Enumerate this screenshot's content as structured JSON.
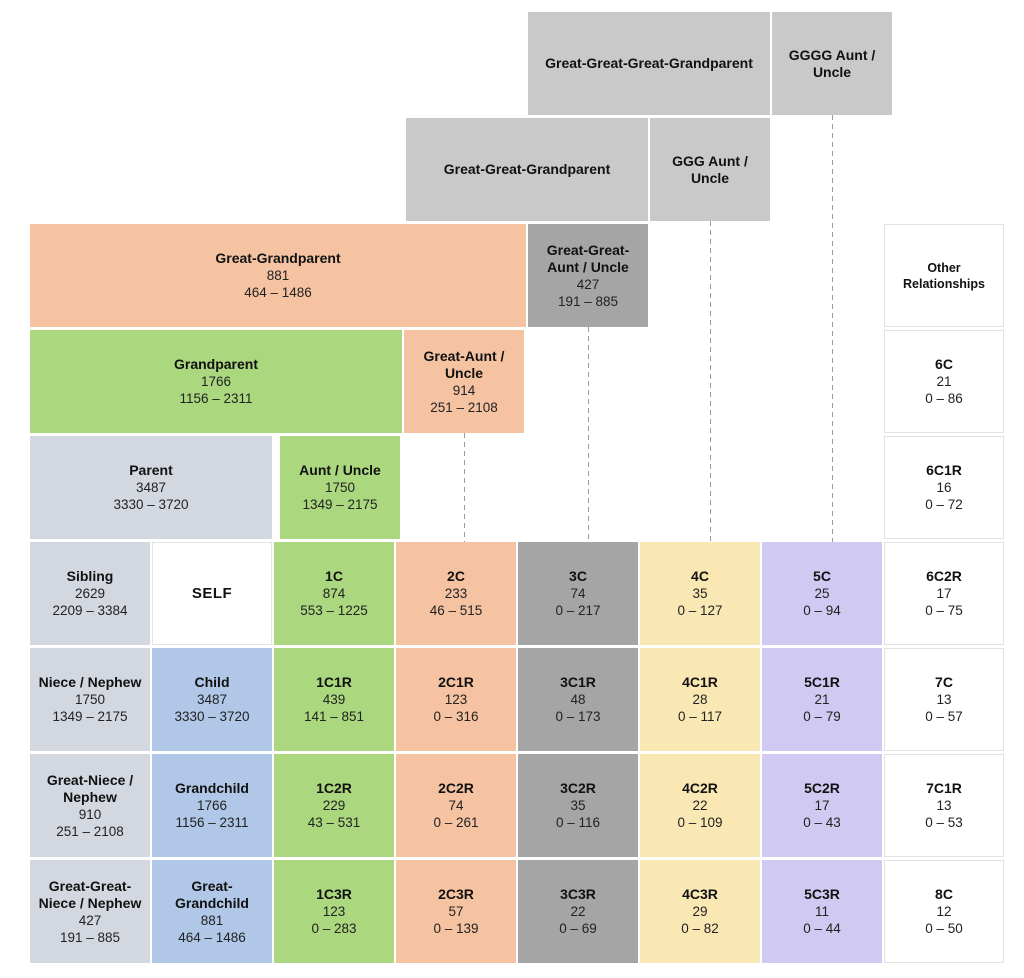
{
  "colors": {
    "gray_unknown": "#c9c9c9",
    "dark_gray_3c_group": "#a5a5a5",
    "peach_2c_group": "#f5c3a1",
    "green_1c_group": "#abd77e",
    "blue_gray_collateral": "#d3d8e0",
    "blue_descendant": "#b0c7e8",
    "yellow_4c_group": "#fae8b4",
    "purple_5c_group": "#d0c9f1",
    "white_box_border": "#e2e2e2",
    "dashed_connector": "#9a9a9a"
  },
  "chart_data": {
    "type": "table",
    "cells": {
      "gggg_grandparent": {
        "label": "Great-Great-Great-Grandparent"
      },
      "gggg_aunt_uncle": {
        "label": "GGGG Aunt / Uncle"
      },
      "ggg_grandparent": {
        "label": "Great-Great-Grandparent"
      },
      "ggg_aunt_uncle": {
        "label": "GGG Aunt / Uncle"
      },
      "gg_grandparent": {
        "label": "Great-Grandparent",
        "avg": 881,
        "range": "464 – 1486"
      },
      "gg_aunt_uncle": {
        "label": "Great-Great-Aunt / Uncle",
        "avg": 427,
        "range": "191 – 885"
      },
      "other_relationships": {
        "label": "Other Relationships"
      },
      "grandparent": {
        "label": "Grandparent",
        "avg": 1766,
        "range": "1156 – 2311"
      },
      "g_aunt_uncle": {
        "label": "Great-Aunt / Uncle",
        "avg": 914,
        "range": "251 – 2108"
      },
      "c6": {
        "label": "6C",
        "avg": 21,
        "range": "0 – 86"
      },
      "parent": {
        "label": "Parent",
        "avg": 3487,
        "range": "3330 – 3720"
      },
      "aunt_uncle": {
        "label": "Aunt / Uncle",
        "avg": 1750,
        "range": "1349 – 2175"
      },
      "c6r1": {
        "label": "6C1R",
        "avg": 16,
        "range": "0 – 72"
      },
      "sibling": {
        "label": "Sibling",
        "avg": 2629,
        "range": "2209 – 3384"
      },
      "self": {
        "label": "SELF"
      },
      "c1": {
        "label": "1C",
        "avg": 874,
        "range": "553 – 1225"
      },
      "c2": {
        "label": "2C",
        "avg": 233,
        "range": "46 – 515"
      },
      "c3": {
        "label": "3C",
        "avg": 74,
        "range": "0 – 217"
      },
      "c4": {
        "label": "4C",
        "avg": 35,
        "range": "0 – 127"
      },
      "c5": {
        "label": "5C",
        "avg": 25,
        "range": "0 – 94"
      },
      "c6r2": {
        "label": "6C2R",
        "avg": 17,
        "range": "0 – 75"
      },
      "niece_nephew": {
        "label": "Niece / Nephew",
        "avg": 1750,
        "range": "1349 – 2175"
      },
      "child": {
        "label": "Child",
        "avg": 3487,
        "range": "3330 – 3720"
      },
      "c1r1": {
        "label": "1C1R",
        "avg": 439,
        "range": "141 – 851"
      },
      "c2r1": {
        "label": "2C1R",
        "avg": 123,
        "range": "0 – 316"
      },
      "c3r1": {
        "label": "3C1R",
        "avg": 48,
        "range": "0 – 173"
      },
      "c4r1": {
        "label": "4C1R",
        "avg": 28,
        "range": "0 – 117"
      },
      "c5r1": {
        "label": "5C1R",
        "avg": 21,
        "range": "0 – 79"
      },
      "c7": {
        "label": "7C",
        "avg": 13,
        "range": "0 – 57"
      },
      "g_niece_nephew": {
        "label": "Great-Niece / Nephew",
        "avg": 910,
        "range": "251 – 2108"
      },
      "grandchild": {
        "label": "Grandchild",
        "avg": 1766,
        "range": "1156 – 2311"
      },
      "c1r2": {
        "label": "1C2R",
        "avg": 229,
        "range": "43 – 531"
      },
      "c2r2": {
        "label": "2C2R",
        "avg": 74,
        "range": "0 – 261"
      },
      "c3r2": {
        "label": "3C2R",
        "avg": 35,
        "range": "0 – 116"
      },
      "c4r2": {
        "label": "4C2R",
        "avg": 22,
        "range": "0 – 109"
      },
      "c5r2": {
        "label": "5C2R",
        "avg": 17,
        "range": "0 – 43"
      },
      "c7r1": {
        "label": "7C1R",
        "avg": 13,
        "range": "0 – 53"
      },
      "gg_niece_nephew": {
        "label": "Great-Great-Niece / Nephew",
        "avg": 427,
        "range": "191 – 885"
      },
      "g_grandchild": {
        "label": "Great-Grandchild",
        "avg": 881,
        "range": "464 – 1486"
      },
      "c1r3": {
        "label": "1C3R",
        "avg": 123,
        "range": "0 – 283"
      },
      "c2r3": {
        "label": "2C3R",
        "avg": 57,
        "range": "0 – 139"
      },
      "c3r3": {
        "label": "3C3R",
        "avg": 22,
        "range": "0 – 69"
      },
      "c4r3": {
        "label": "4C3R",
        "avg": 29,
        "range": "0 – 82"
      },
      "c5r3": {
        "label": "5C3R",
        "avg": 11,
        "range": "0 – 44"
      },
      "c8": {
        "label": "8C",
        "avg": 12,
        "range": "0 – 50"
      }
    }
  }
}
